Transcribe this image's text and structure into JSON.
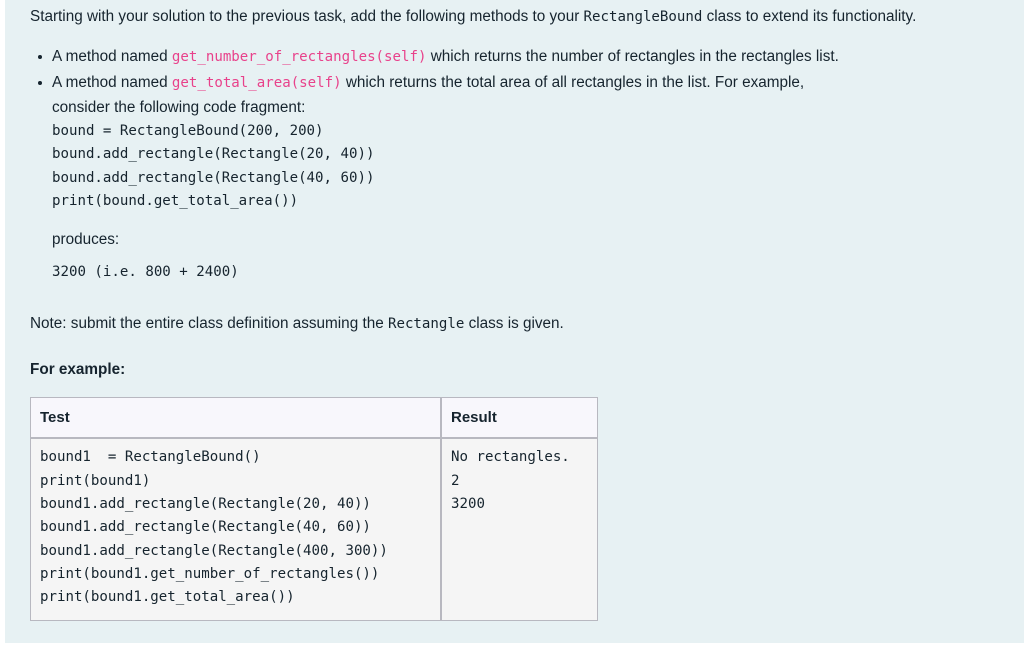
{
  "intro": {
    "text_before_code": "Starting with your solution to the previous task, add the following methods to your ",
    "inline_code": "RectangleBound",
    "text_after_code": " class to extend its functionality."
  },
  "methods": [
    {
      "text_before_code": "A method named ",
      "code": "get_number_of_rectangles(self)",
      "text_after_code": " which returns the number of rectangles in the rectangles list."
    },
    {
      "text_before_code": "A method named ",
      "code": "get_total_area(self)",
      "text_after_code": " which returns the total area of all rectangles in the list. For example,",
      "continuation": "consider the following code fragment:",
      "code_block": "bound = RectangleBound(200, 200)\nbound.add_rectangle(Rectangle(20, 40))\nbound.add_rectangle(Rectangle(40, 60))\nprint(bound.get_total_area())",
      "produces_label": "produces:",
      "produces_code": "3200 (i.e. 800 + 2400)"
    }
  ],
  "note": {
    "text_before_code": "Note: submit the entire class definition assuming the ",
    "inline_code": "Rectangle",
    "text_after_code": " class is given."
  },
  "for_example_heading": "For example:",
  "example_table": {
    "headers": [
      "Test",
      "Result"
    ],
    "rows": [
      {
        "test": "bound1  = RectangleBound()\nprint(bound1)\nbound1.add_rectangle(Rectangle(20, 40))\nbound1.add_rectangle(Rectangle(40, 60))\nbound1.add_rectangle(Rectangle(400, 300))\nprint(bound1.get_number_of_rectangles())\nprint(bound1.get_total_area())",
        "result": "No rectangles.\n2\n3200"
      }
    ]
  },
  "colors": {
    "page_background": "#e7f1f3",
    "text": "#16242e",
    "inline_code_pink": "#e8428b",
    "table_header_background": "#f8f7fc",
    "table_cell_background": "#f5f5f5",
    "table_border": "#b8b8c0"
  }
}
